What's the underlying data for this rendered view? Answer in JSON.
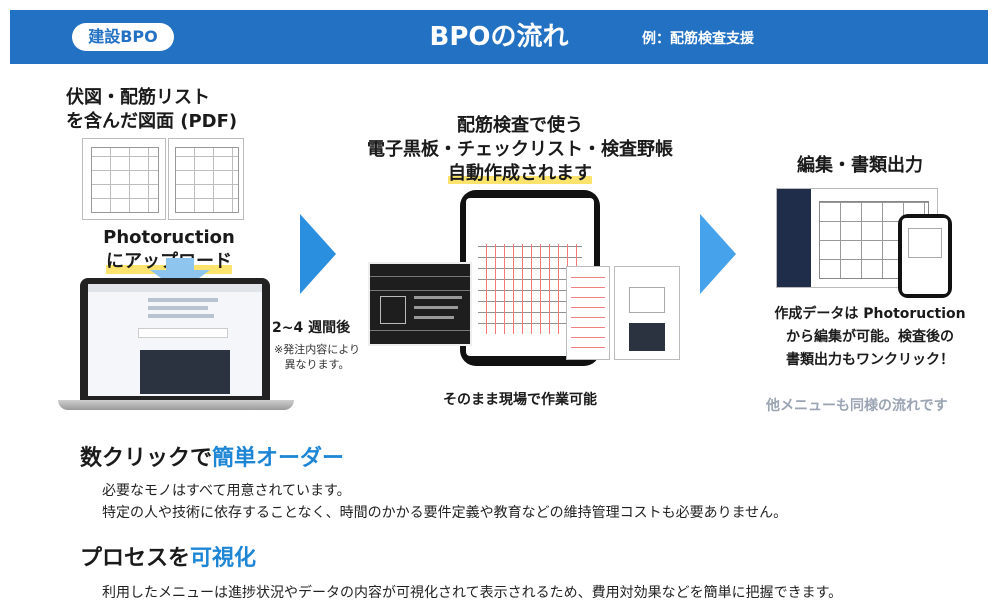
{
  "header": {
    "badge": "建設BPO",
    "title": "BPOの流れ",
    "example": "例：配筋検査支援"
  },
  "step1": {
    "title_line1": "伏図・配筋リスト",
    "title_line2": "を含んだ図面 (PDF)",
    "upload_line1": "Photoruction",
    "upload_line2": "にアップロード"
  },
  "arrow1": {
    "label": "2~4 週間後",
    "note_line1": "※発注内容により",
    "note_line2": "異なります。"
  },
  "step2": {
    "title_line1": "配筋検査で使う",
    "title_line2": "電子黒板・チェックリスト・検査野帳",
    "title_line3": "自動作成されます",
    "caption": "そのまま現場で作業可能"
  },
  "step3": {
    "title": "編集・書類出力",
    "desc_line1": "作成データは Photoruction",
    "desc_line2": "から編集が可能。検査後の",
    "desc_line3": "書類出力もワンクリック！",
    "other": "他メニューも同様の流れです"
  },
  "section1": {
    "title_prefix": "数クリックで",
    "title_highlight": "簡単オーダー",
    "line1": "必要なモノはすべて用意されています。",
    "line2": "特定の人や技術に依存することなく、時間のかかる要件定義や教育などの維持管理コストも必要ありません。"
  },
  "section2": {
    "title_prefix": "プロセスを",
    "title_highlight": "可視化",
    "line1": "利用したメニューは進捗状況やデータの内容が可視化されて表示されるため、費用対効果などを簡単に把握できます。"
  },
  "colors": {
    "header_bg": "#2271c2",
    "accent_blue": "#1f86d6",
    "highlight_yellow": "#fbe36e"
  }
}
